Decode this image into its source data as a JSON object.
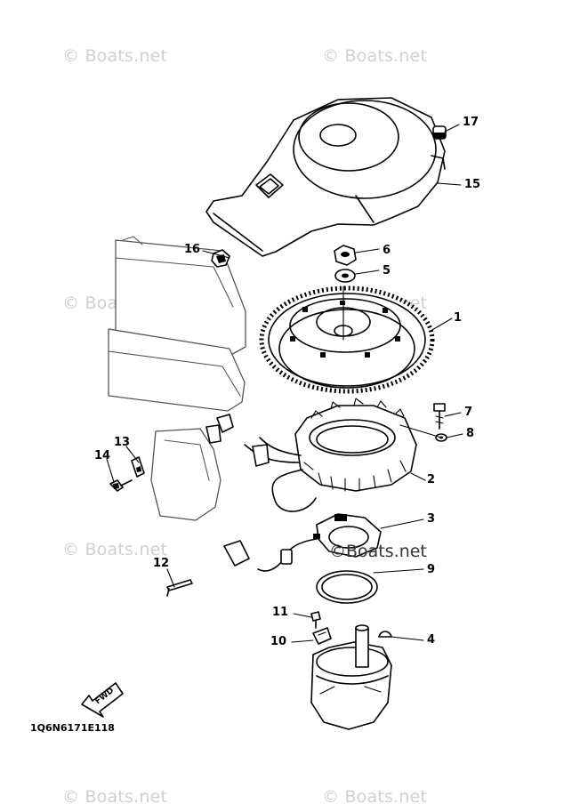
{
  "watermark": "© Boats.net",
  "watermark_dark": "©Boats.net",
  "diagram_code": "1Q6N6171E118",
  "fwd_label": "FWD",
  "callouts": [
    "17",
    "15",
    "16",
    "6",
    "5",
    "1",
    "7",
    "8",
    "13",
    "14",
    "2",
    "3",
    "12",
    "9",
    "11",
    "10",
    "4"
  ]
}
